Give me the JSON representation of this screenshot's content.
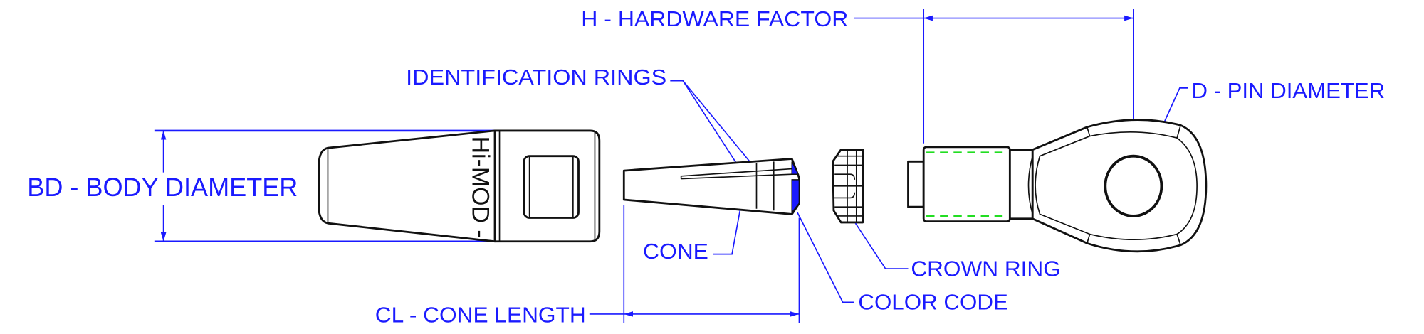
{
  "labels": {
    "hardware_factor": "H - HARDWARE FACTOR",
    "identification_rings": "IDENTIFICATION RINGS",
    "pin_diameter": "D - PIN DIAMETER",
    "body_diameter": "BD - BODY DIAMETER",
    "cone": "CONE",
    "crown_ring": "CROWN RING",
    "color_code": "COLOR CODE",
    "cone_length": "CL - CONE LENGTH"
  },
  "body_marking": "Hi-MOD -",
  "colors": {
    "annotation": "#1a1aff",
    "color_code": "#1a1aff",
    "thread": "#22dd22",
    "outline": "#111111"
  }
}
